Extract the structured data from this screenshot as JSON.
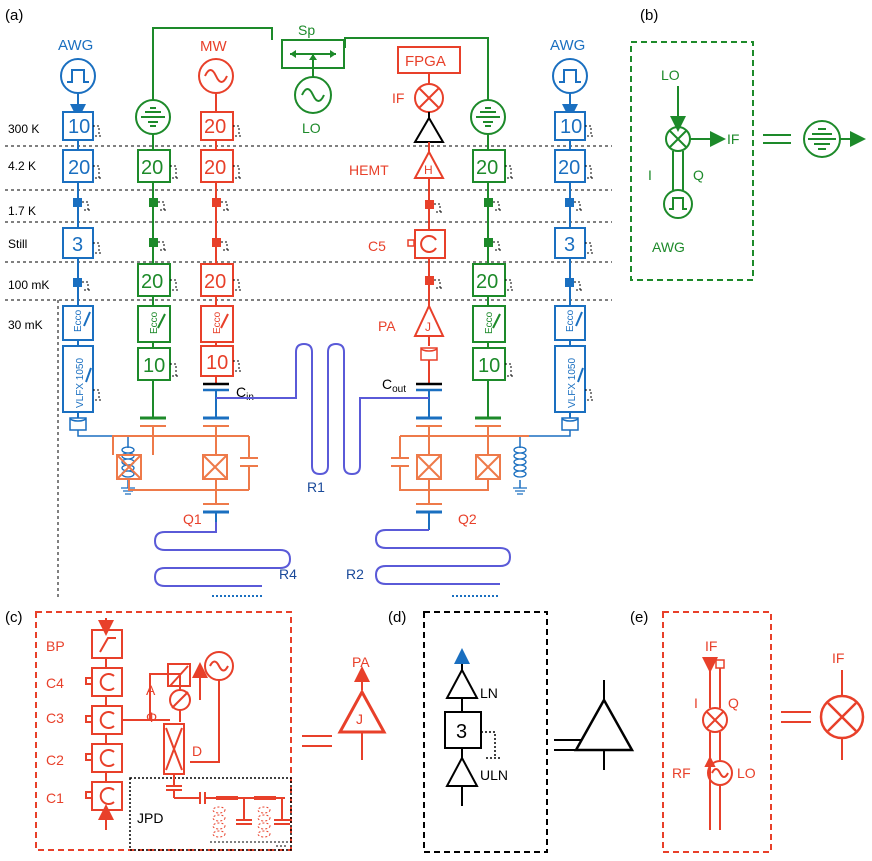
{
  "colors": {
    "blue": "#1a6fc0",
    "green": "#1d8a2a",
    "red": "#e8402a",
    "orange": "#ee7a4a",
    "purple": "#5a5ad8",
    "black": "#000000"
  },
  "panels": {
    "a": "(a)",
    "b": "(b)",
    "c": "(c)",
    "d": "(d)",
    "e": "(e)"
  },
  "stages": [
    "300 K",
    "4.2 K",
    "1.7 K",
    "Still",
    "100 mK",
    "30 mK"
  ],
  "a": {
    "awg_left": "AWG",
    "awg_right": "AWG",
    "mw": "MW",
    "sp": "Sp",
    "lo": "LO",
    "fpga": "FPGA",
    "if": "IF",
    "hemt": "HEMT",
    "hemt_glyph": "H",
    "c5": "C5",
    "pa": "PA",
    "pa_glyph": "J",
    "att10": "10",
    "att20": "20",
    "att3": "3",
    "ecco": "Ecco",
    "vlfx": "VLFX 1050",
    "cin": "C",
    "cin_sub": "in",
    "cout": "C",
    "cout_sub": "out",
    "r1": "R1",
    "r2": "R2",
    "r4": "R4",
    "q1": "Q1",
    "q2": "Q2"
  },
  "b": {
    "lo": "LO",
    "if": "IF",
    "i": "I",
    "q": "Q",
    "awg": "AWG"
  },
  "c": {
    "bp": "BP",
    "c4": "C4",
    "c3": "C3",
    "c2": "C2",
    "c1": "C1",
    "a": "A",
    "phi": "Φ",
    "d": "D",
    "jpd": "JPD",
    "pa": "PA",
    "j": "J"
  },
  "d": {
    "ln": "LN",
    "att": "3",
    "uln": "ULN"
  },
  "e": {
    "if": "IF",
    "i": "I",
    "q": "Q",
    "rf": "RF",
    "lo": "LO",
    "if_right": "IF"
  }
}
